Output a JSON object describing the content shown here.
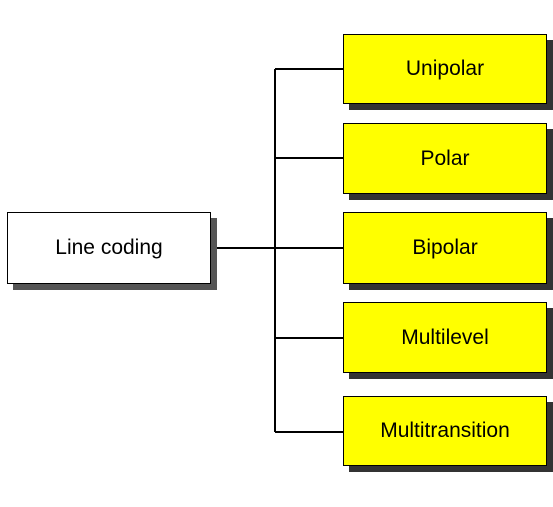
{
  "diagram": {
    "root": {
      "label": "Line coding",
      "fill": "#ffffff"
    },
    "children": [
      {
        "label": "Unipolar"
      },
      {
        "label": "Polar"
      },
      {
        "label": "Bipolar"
      },
      {
        "label": "Multilevel"
      },
      {
        "label": "Multitransition"
      }
    ],
    "child_fill": "#ffff00",
    "line_color": "#000000"
  }
}
